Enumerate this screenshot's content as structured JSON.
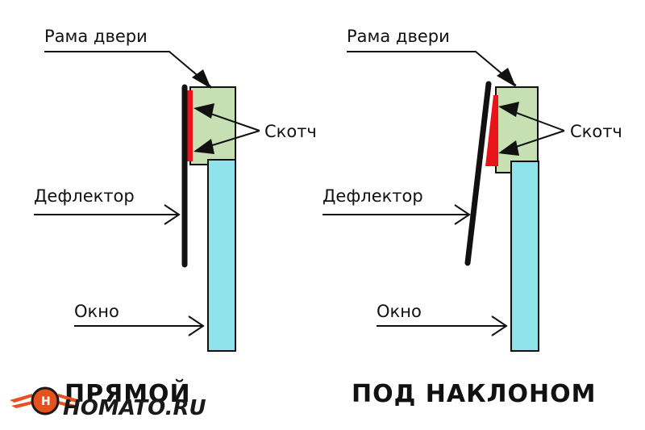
{
  "colors": {
    "frame_fill": "#c6e0b4",
    "window_fill": "#8fe3ea",
    "tape": "#e8141a",
    "deflector": "#111111",
    "outline": "#111111",
    "logo_orange": "#e8501e"
  },
  "left_diagram": {
    "frame_label": "Рама двери",
    "tape_label": "Скотч",
    "deflector_label": "Дефлектор",
    "window_label": "Окно",
    "caption": "ПРЯМОЙ"
  },
  "right_diagram": {
    "frame_label": "Рама двери",
    "tape_label": "Скотч",
    "deflector_label": "Дефлектор",
    "window_label": "Окно",
    "caption": "ПОД НАКЛОНОМ"
  },
  "logo": {
    "letter": "H",
    "text": "HOMATO.RU"
  }
}
